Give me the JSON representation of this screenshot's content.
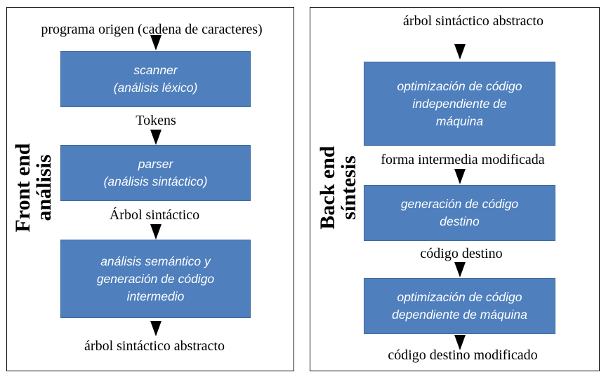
{
  "front": {
    "title_line1": "Front end",
    "title_line2": "análisis",
    "input_label": "programa origen (cadena de caracteres)",
    "boxes": [
      "scanner\n(análisis léxico)",
      "parser\n(análisis sintáctico)",
      "análisis semántico y\ngeneración de código\nintermedio"
    ],
    "between_labels": [
      "Tokens",
      "Árbol sintáctico"
    ],
    "output_label": "árbol sintáctico abstracto"
  },
  "back": {
    "title_line1": "Back end",
    "title_line2": "síntesis",
    "input_label": "árbol sintáctico abstracto",
    "boxes": [
      "optimización de código\nindependiente de\nmáquina",
      "generación de código\ndestino",
      "optimización de código\ndependiente de máquina"
    ],
    "between_labels": [
      "forma intermedia modificada",
      "código destino"
    ],
    "output_label": "código destino modificado"
  },
  "colors": {
    "box_fill": "#4f7fbd",
    "box_text": "#ffffff",
    "border": "#111111"
  }
}
